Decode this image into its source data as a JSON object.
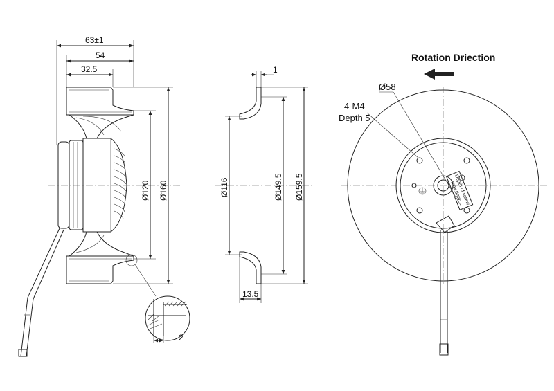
{
  "side_view": {
    "dim_overall_depth": "63±1",
    "dim_depth": "54",
    "dim_inlet_depth": "32.5",
    "dim_inner_dia": "Ø120",
    "dim_outer_dia": "Ø160",
    "dim_detail": "2"
  },
  "inlet_ring": {
    "dim_thickness": "1",
    "dim_throat": "Ø116",
    "dim_mid": "Ø149.5",
    "dim_outer": "Ø159.5",
    "dim_height": "13.5"
  },
  "front_view": {
    "rotation_label": "Rotation Driection",
    "hub_dia": "Ø58",
    "screw_spec_line1": "4-M4",
    "screw_spec_line2": "Depth 5",
    "screw_note_line1": "Depth of screw",
    "screw_note_line2": "max.5mm"
  }
}
